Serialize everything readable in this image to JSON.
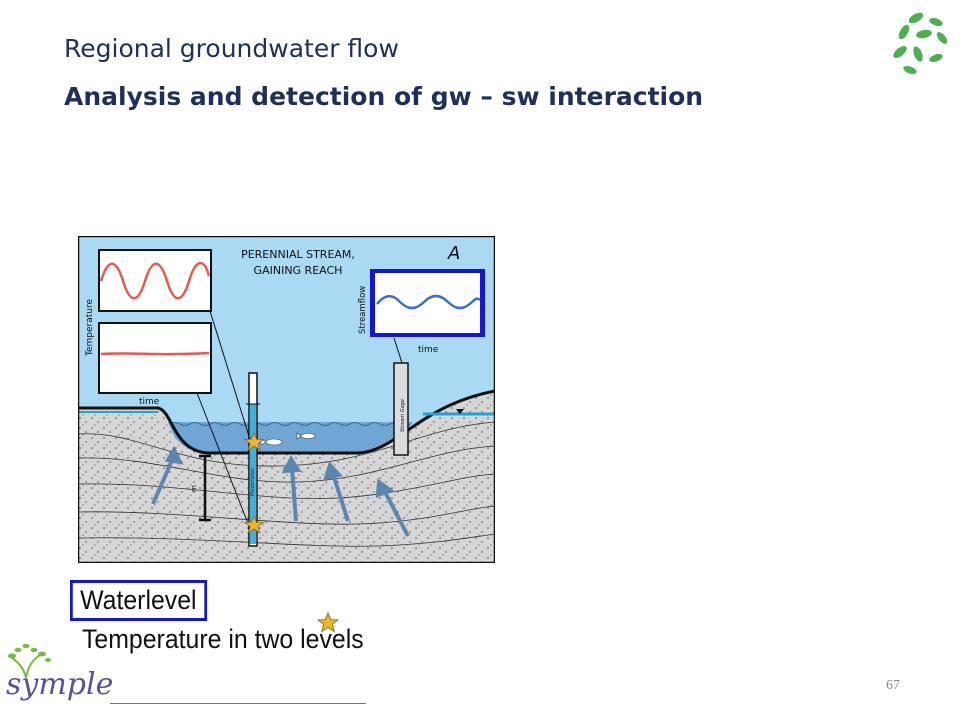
{
  "slide": {
    "title": "Regional groundwater flow",
    "subtitle": "Analysis and detection of gw – sw interaction",
    "page_number": "67"
  },
  "figure": {
    "panel_label": "A",
    "stream_label_line1": "PERENNIAL STREAM,",
    "stream_label_line2": "GAINING REACH",
    "temperature_axis_label": "Temperature",
    "time_label_left": "time",
    "streamflow_axis_label": "Streamflow",
    "time_label_right": "time",
    "gage_label": "Stream Gage",
    "scale_label": "m",
    "piezometer_label": "Piezometer",
    "colors": {
      "sky": "#a9d9f3",
      "water": "#6fa6d4",
      "ground": "#d9d9d9",
      "red_line": "#e85a50",
      "blue_line": "#3a6fc4",
      "arrow": "#5a86b0",
      "highlight_box": "#1515d4",
      "star": "#f0b429"
    }
  },
  "captions": {
    "waterlevel": "Waterlevel",
    "temperature": "Temperature in two levels"
  },
  "logo": {
    "text": "symple"
  }
}
